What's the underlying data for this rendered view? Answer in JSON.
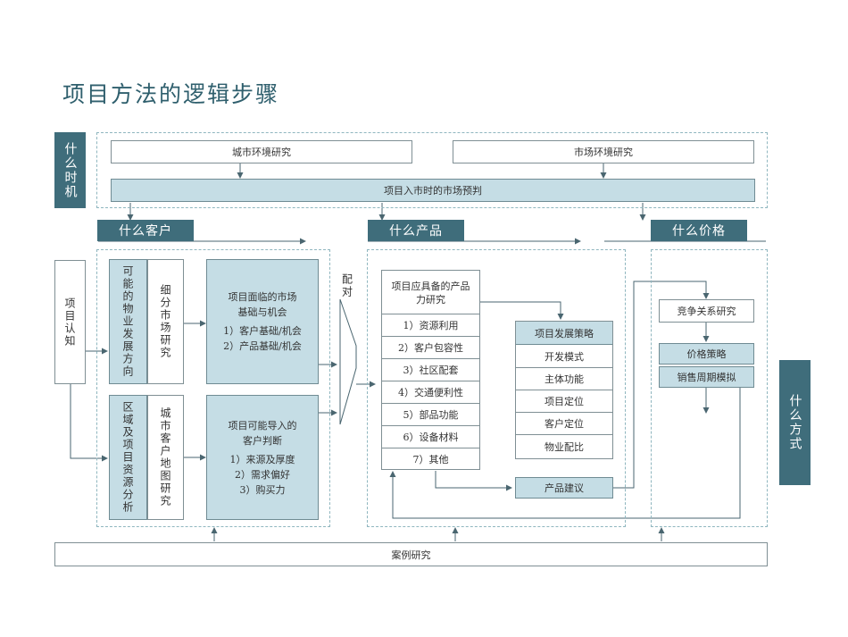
{
  "title": "项目方法的逻辑步骤",
  "side_labels": {
    "timing": "什么时机",
    "method": "什么方式"
  },
  "timing_section": {
    "city_research": "城市环境研究",
    "market_research": "市场环境研究",
    "market_forecast": "项目入市时的市场预判"
  },
  "headers": {
    "customer": "什么客户",
    "product": "什么产品",
    "price": "什么价格"
  },
  "project_cognition": "项目认知",
  "customer_section": {
    "property_direction": "可能的物业发展方向",
    "segment_research": "细分市场研究",
    "market_basis": {
      "title": "项目面临的市场基础与机会",
      "item1": "1）客户基础/机会",
      "item2": "2）产品基础/机会"
    },
    "regional_resources": "区域及项目资源分析",
    "city_map_research": "城市客户地图研究",
    "customer_judgment": {
      "title": "项目可能导入的客户判断",
      "item1": "1）来源及厚度",
      "item2": "2）需求偏好",
      "item3": "3）购买力"
    }
  },
  "match_label": "配对",
  "product_section": {
    "capability_title": "项目应具备的产品力研究",
    "capabilities": [
      "1）资源利用",
      "2）客户包容性",
      "3）社区配套",
      "4）交通便利性",
      "5）部品功能",
      "6）设备材料",
      "7）其他"
    ],
    "strategy_title": "项目发展策略",
    "strategy_items": [
      "开发模式",
      "主体功能",
      "项目定位",
      "客户定位",
      "物业配比"
    ],
    "product_advice": "产品建议"
  },
  "price_section": {
    "competition": "竞争关系研究",
    "pricing_strategy": "价格策略",
    "sales_simulation": "销售周期模拟"
  },
  "case_study": "案例研究",
  "colors": {
    "dark": "#3f6d7b",
    "fill": "#c5dde5",
    "dash": "#8fb6bf",
    "line": "#4a6670"
  }
}
